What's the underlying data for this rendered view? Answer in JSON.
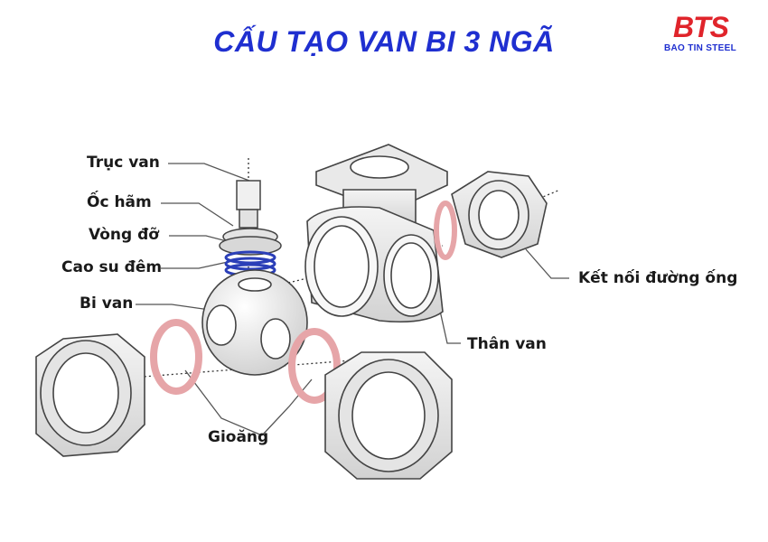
{
  "title": "CẤU TẠO VAN BI 3 NGÃ",
  "logo": {
    "mark": "BTS",
    "text": "BAO TIN STEEL",
    "color": "#e0242b",
    "text_color": "#1f2fd0"
  },
  "labels": {
    "truc_van": "Trục van",
    "oc_ham": "Ốc hãm",
    "vong_do": "Vòng đỡ",
    "cao_su_dem": "Cao su đêm",
    "bi_van": "Bi van",
    "gioang": "Gioăng",
    "ket_noi": "Kết nối đường ống",
    "than_van": "Thân van"
  },
  "colors": {
    "title": "#1f2fd0",
    "gasket": "#e6a5a8",
    "seal": "#2b3fb8",
    "metal": "#e9e9e9",
    "outline": "#444444"
  }
}
